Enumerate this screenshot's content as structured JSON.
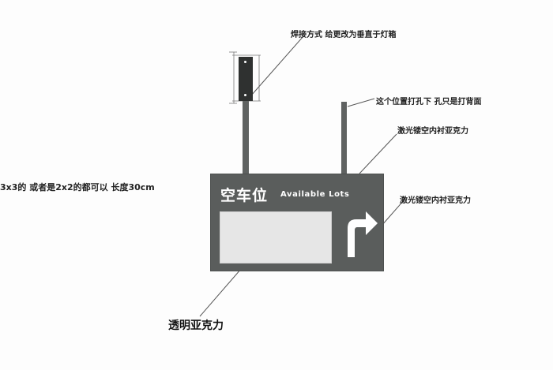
{
  "notes": {
    "weld_note": "焊接方式 给更改为垂直于灯箱",
    "hole_note": "这个位置打孔下 孔只是打背面",
    "laser_note_top": "激光镂空内衬亚克力",
    "laser_note_right": "激光镂空内衬亚克力",
    "size_note": "3x3的 或者是2x2的都可以 长度30cm",
    "acrylic_note": "透明亚克力"
  },
  "sign": {
    "title": "空车位",
    "subtitle": "Available Lots",
    "arrow_icon": "turn-right-arrow-icon"
  },
  "colors": {
    "sign_panel": "#5a5d5c",
    "light_box": "#2f3130",
    "acrylic_window": "#e6e6e6",
    "leader_line": "#555555"
  }
}
